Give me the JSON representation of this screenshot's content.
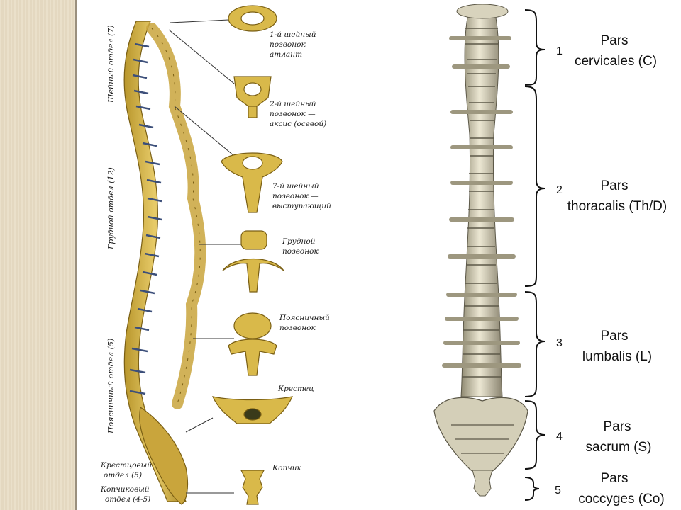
{
  "left_figure": {
    "region_labels": {
      "cervical": "Шейный отдел (7)",
      "thoracic": "Грудной отдел (12)",
      "lumbar": "Поясничный отдел (5)"
    },
    "bottom_labels": {
      "sacral_1": "Крестцовый",
      "sacral_2": "отдел (5)",
      "coccygeal_1": "Копчиковый",
      "coccygeal_2": "отдел (4-5)"
    },
    "vertebra_labels": {
      "atlas_1": "1-й шейный",
      "atlas_2": "позвонок —",
      "atlas_3": "атлант",
      "axis_1": "2-й шейный",
      "axis_2": "позвонок —",
      "axis_3": "аксис (осевой)",
      "c7_1": "7-й шейный",
      "c7_2": "позвонок —",
      "c7_3": "выступающий",
      "thoracic_1": "Грудной",
      "thoracic_2": "позвонок",
      "lumbar_1": "Поясничный",
      "lumbar_2": "позвонок",
      "sacrum": "Крестец",
      "coccyx": "Копчик"
    }
  },
  "right_figure": {
    "sections": [
      {
        "number": "1",
        "line1": "Pars",
        "line2": "cervicales (C)"
      },
      {
        "number": "2",
        "line1": "Pars",
        "line2": "thoracalis (Th/D)"
      },
      {
        "number": "3",
        "line1": "Pars",
        "line2": "lumbalis  (L)"
      },
      {
        "number": "4",
        "line1": "Pars",
        "line2": "sacrum (S)"
      },
      {
        "number": "5",
        "line1": "Pars",
        "line2": "coccyges (Co)"
      }
    ]
  },
  "colors": {
    "bone": "#d9b94a",
    "bone_dark": "#9b7c1c",
    "disc": "#6b7fa8",
    "bone_real": "#d8d3bd",
    "strip": "#e8dcc4"
  }
}
